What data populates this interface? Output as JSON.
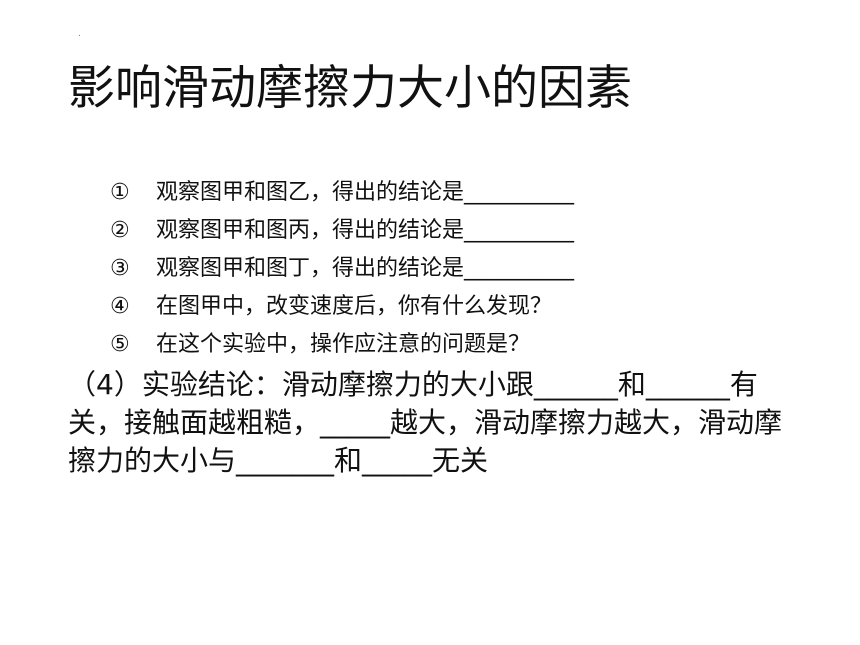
{
  "header": {
    "dot": ".",
    "title": "影响滑动摩擦力大小的因素"
  },
  "questions": [
    {
      "num": "①",
      "text": "观察图甲和图乙，得出的结论是__________"
    },
    {
      "num": "②",
      "text": "观察图甲和图丙，得出的结论是__________"
    },
    {
      "num": "③",
      "text": "观察图甲和图丁，得出的结论是__________"
    },
    {
      "num": "④",
      "text": "在图甲中，改变速度后，你有什么发现？"
    },
    {
      "num": "⑤",
      "text": "在这个实验中，操作应注意的问题是？"
    }
  ],
  "conclusion": {
    "text": "（4）实验结论：滑动摩擦力的大小跟______和______有关，接触面越粗糙，_____越大，滑动摩擦力越大，滑动摩擦力的大小与_______和_____无关"
  }
}
